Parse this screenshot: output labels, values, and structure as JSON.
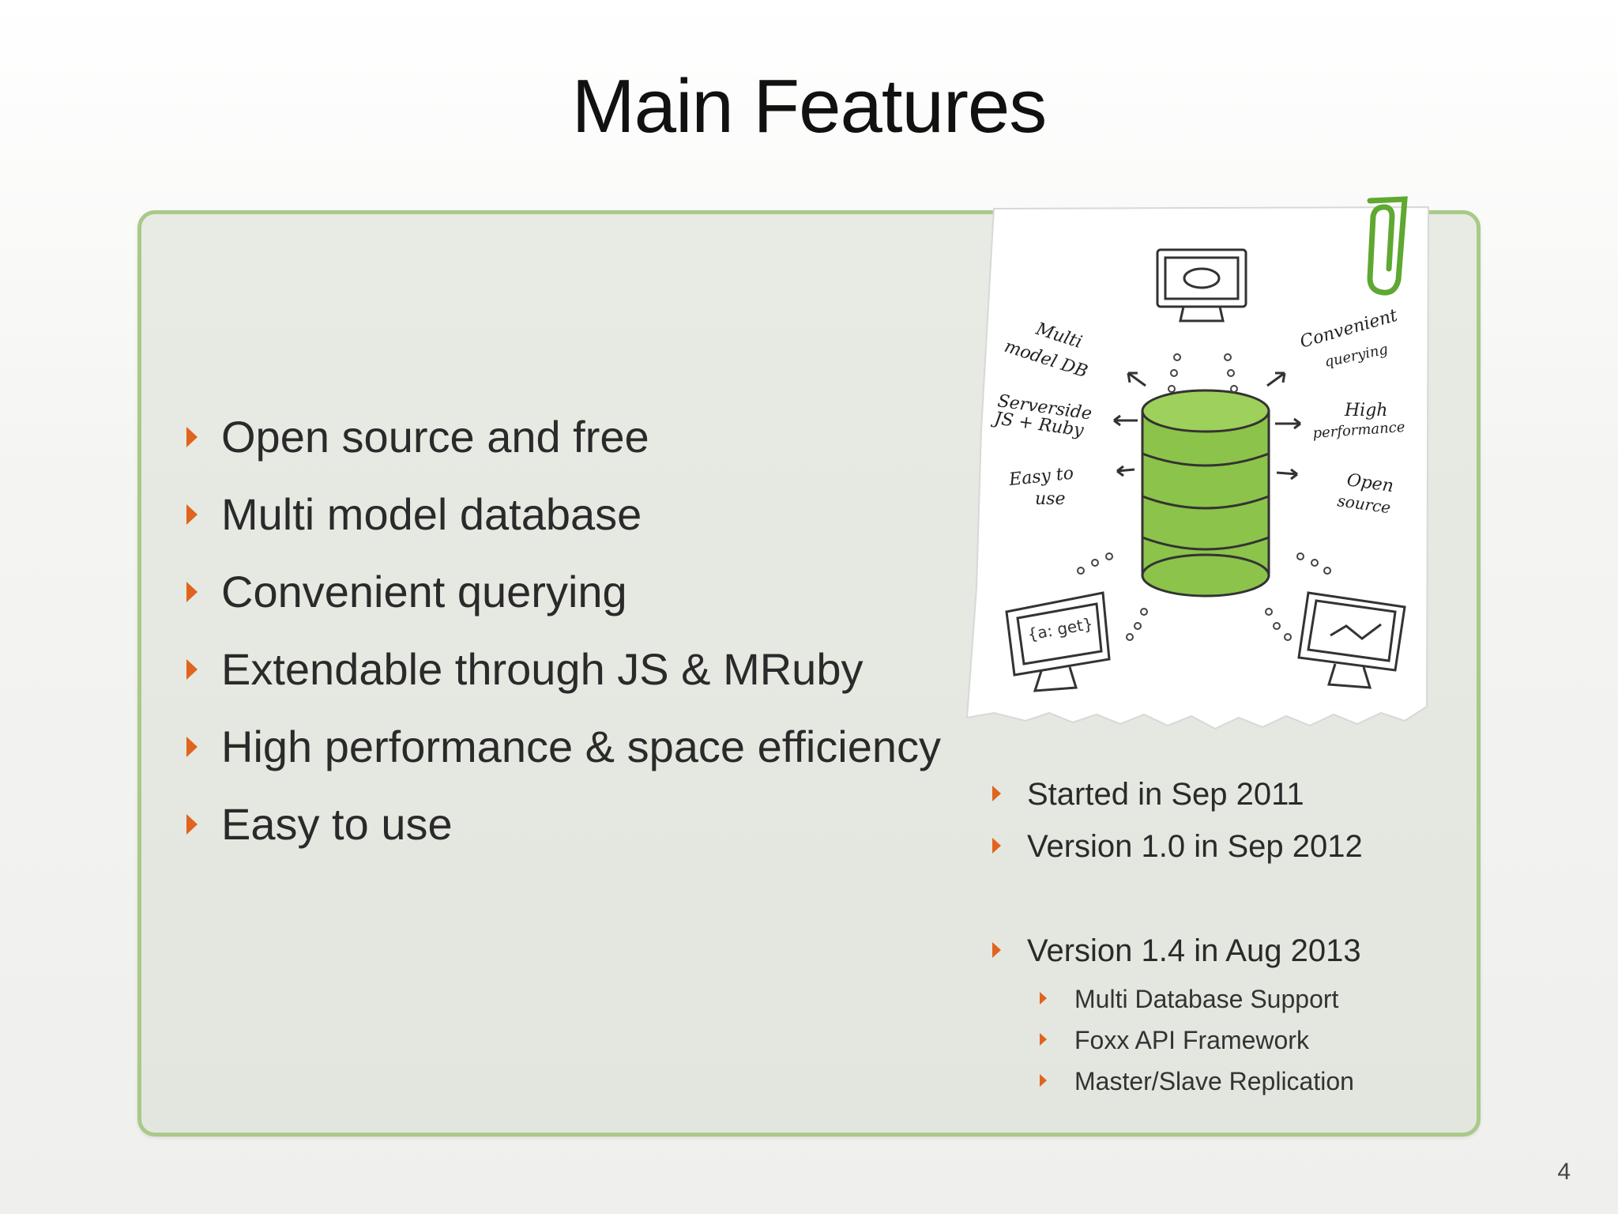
{
  "slide": {
    "title": "Main Features",
    "page_number": "4"
  },
  "features": [
    "Open source and free",
    "Multi model database",
    "Convenient querying",
    "Extendable through JS & MRuby",
    "High performance & space efficiency",
    "Easy to use"
  ],
  "history": [
    "Started in Sep 2011",
    "Version 1.0 in Sep 2012",
    "Version 1.4 in Aug 2013"
  ],
  "version_1_4_features": [
    "Multi Database Support",
    "Foxx API Framework",
    "Master/Slave Replication"
  ],
  "sketch": {
    "labels": {
      "multi_model": [
        "Multi",
        "model DB"
      ],
      "serverside": [
        "Serverside",
        "JS + Ruby"
      ],
      "easy": [
        "Easy to",
        "use"
      ],
      "convenient": [
        "Convenient",
        "querying"
      ],
      "high": [
        "High",
        "performance"
      ],
      "open": [
        "Open",
        "source"
      ],
      "code": "{a: get}"
    },
    "colors": {
      "cylinder": "#8cc34a",
      "paperclip": "#5fa832",
      "bullet": "#e0641e"
    }
  }
}
